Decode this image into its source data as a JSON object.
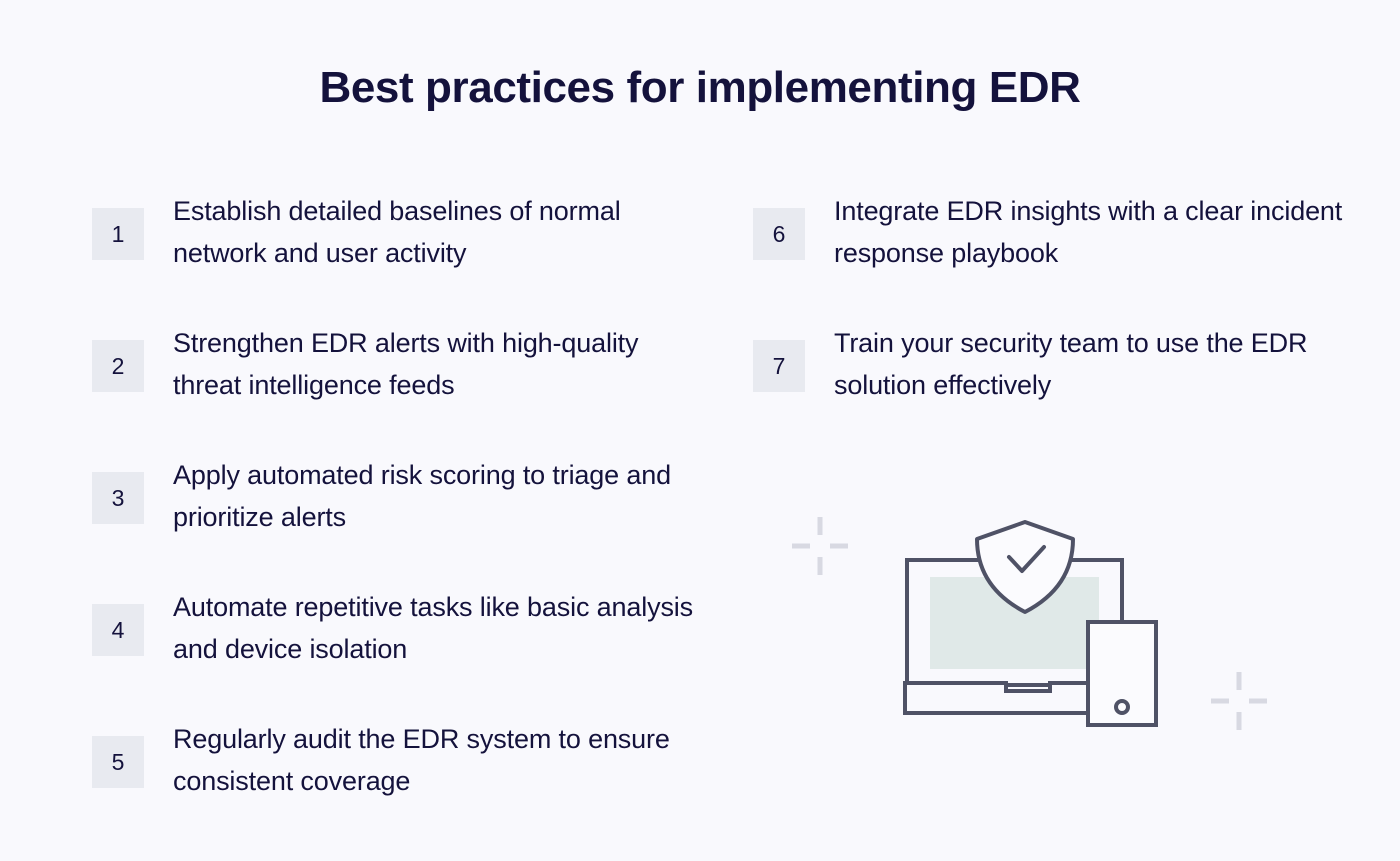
{
  "header": {
    "title": "Best practices for implementing EDR"
  },
  "colors": {
    "background": "#f9f9fd",
    "title_text": "#14123c",
    "body_text": "#14123c",
    "badge_background": "#e8eaf0",
    "badge_text": "#14123c",
    "illustration_stroke": "#4f5266",
    "screen_fill": "#e0e9e8",
    "shield_fill": "#fbfbfe",
    "decor_mark": "#d8d9e2"
  },
  "left_column": {
    "items": [
      {
        "number": "1",
        "text": "Establish detailed baselines of normal network and user activity"
      },
      {
        "number": "2",
        "text": "Strengthen EDR alerts with high-quality threat intelligence feeds"
      },
      {
        "number": "3",
        "text": "Apply automated risk scoring to triage and prioritize alerts"
      },
      {
        "number": "4",
        "text": "Automate repetitive tasks like basic analysis and device isolation"
      },
      {
        "number": "5",
        "text": "Regularly audit the EDR system to ensure consistent coverage"
      }
    ]
  },
  "right_column": {
    "items": [
      {
        "number": "6",
        "text": "Integrate EDR insights with a clear incident response playbook"
      },
      {
        "number": "7",
        "text": "Train your security team to use the EDR solution effectively"
      }
    ]
  },
  "illustration": {
    "name": "endpoint-security-illustration",
    "elements": [
      "laptop-icon",
      "laptop-screen",
      "laptop-base",
      "shield-check-icon",
      "mobile-phone-icon",
      "decorative-plus-mark",
      "decorative-plus-mark"
    ]
  }
}
